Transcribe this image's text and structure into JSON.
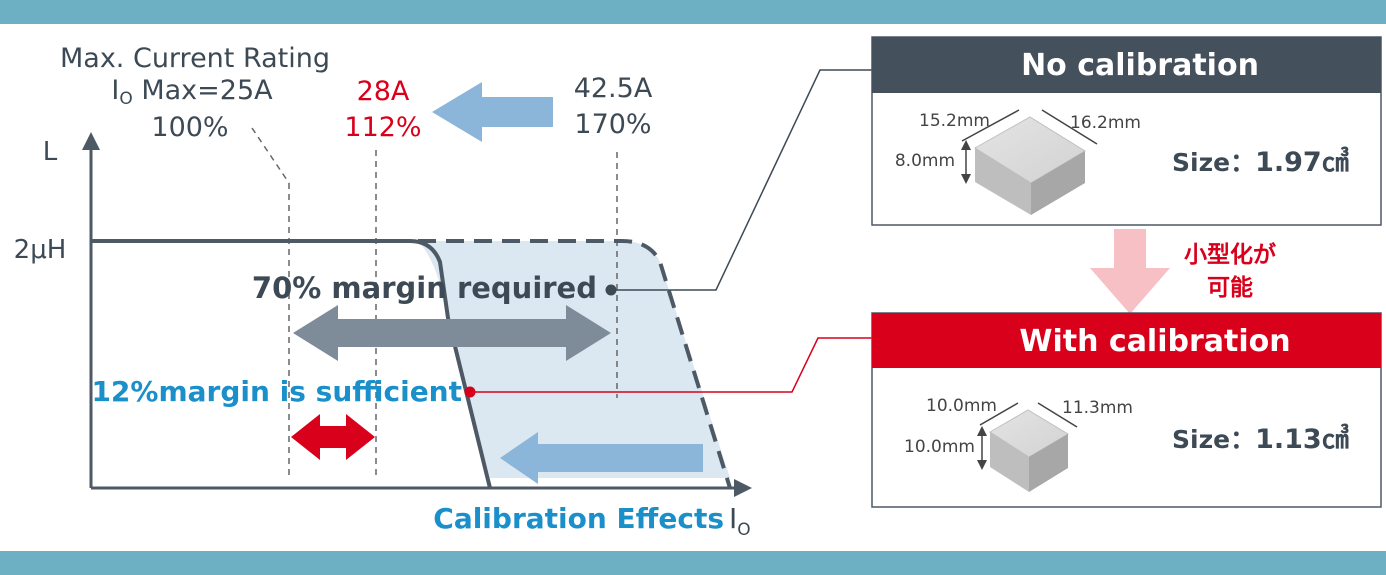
{
  "graph": {
    "y_axis_label": "L",
    "y_value_label": "2μH",
    "x_axis_label_main": "I",
    "x_axis_label_sub": "O",
    "calibration_effects": "Calibration Effects",
    "rating": {
      "title": "Max. Current Rating",
      "io_main": "I",
      "io_sub": "O",
      "io_rest": " Max=25A",
      "percent": "100%"
    },
    "calibrated": {
      "current": "28A",
      "percent": "112%"
    },
    "uncalibrated": {
      "current": "42.5A",
      "percent": "170%"
    },
    "margin_required": "70% margin required",
    "margin_sufficient": "12%margin is sufficient"
  },
  "no_calibration": {
    "header": "No calibration",
    "dim_top_left": "15.2mm",
    "dim_top_right": "16.2mm",
    "dim_height": "8.0mm",
    "size_label": "Size：",
    "size_value": "1.97㎤"
  },
  "downsize_note": {
    "line1": "小型化が",
    "line2": "可能"
  },
  "with_calibration": {
    "header": "With calibration",
    "dim_top_left": "10.0mm",
    "dim_top_right": "11.3mm",
    "dim_height": "10.0mm",
    "size_label": "Size：",
    "size_value": "1.13㎤"
  },
  "colors": {
    "accent_red": "#d9001b",
    "accent_blue": "#1a8fc9",
    "dark_slate": "#3d4a55",
    "light_blue_fill": "#dbe7f1",
    "arrow_blue": "#8bb6d9",
    "arrow_gray": "#7e8b99",
    "top_bar": "#6eb0c3"
  }
}
